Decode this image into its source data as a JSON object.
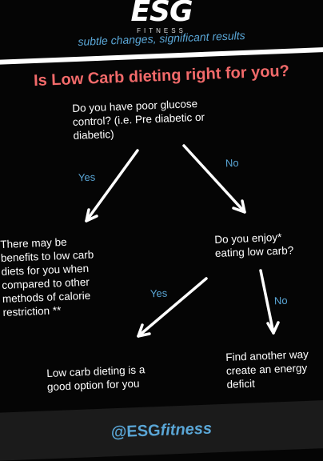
{
  "brand": {
    "logo_text": "ESG",
    "logo_sub": "FITNESS",
    "tagline": "subtle changes, significant results",
    "handle_prefix": "@ESG",
    "handle_suffix": "fitness"
  },
  "colors": {
    "accent": "#5aa6d6",
    "title": "#f26a6a",
    "background": "#050505"
  },
  "title": "Is Low Carb dieting right for you?",
  "nodes": {
    "q1": [
      "Do you have poor glucose",
      "control? (i.e. Pre diabetic or",
      "diabetic)"
    ],
    "benefits": [
      "There may be",
      "benefits to low carb",
      "diets for you when",
      "compared to other",
      "methods of calorie",
      "restriction **"
    ],
    "q2": [
      "Do you enjoy*",
      "eating low carb?"
    ],
    "good": [
      "Low carb dieting is a",
      "good option for you"
    ],
    "another": [
      "Find another way",
      "create an energy",
      "deficit"
    ]
  },
  "labels": {
    "yes1": "Yes",
    "no1": "No",
    "yes2": "Yes",
    "no2": "No"
  }
}
